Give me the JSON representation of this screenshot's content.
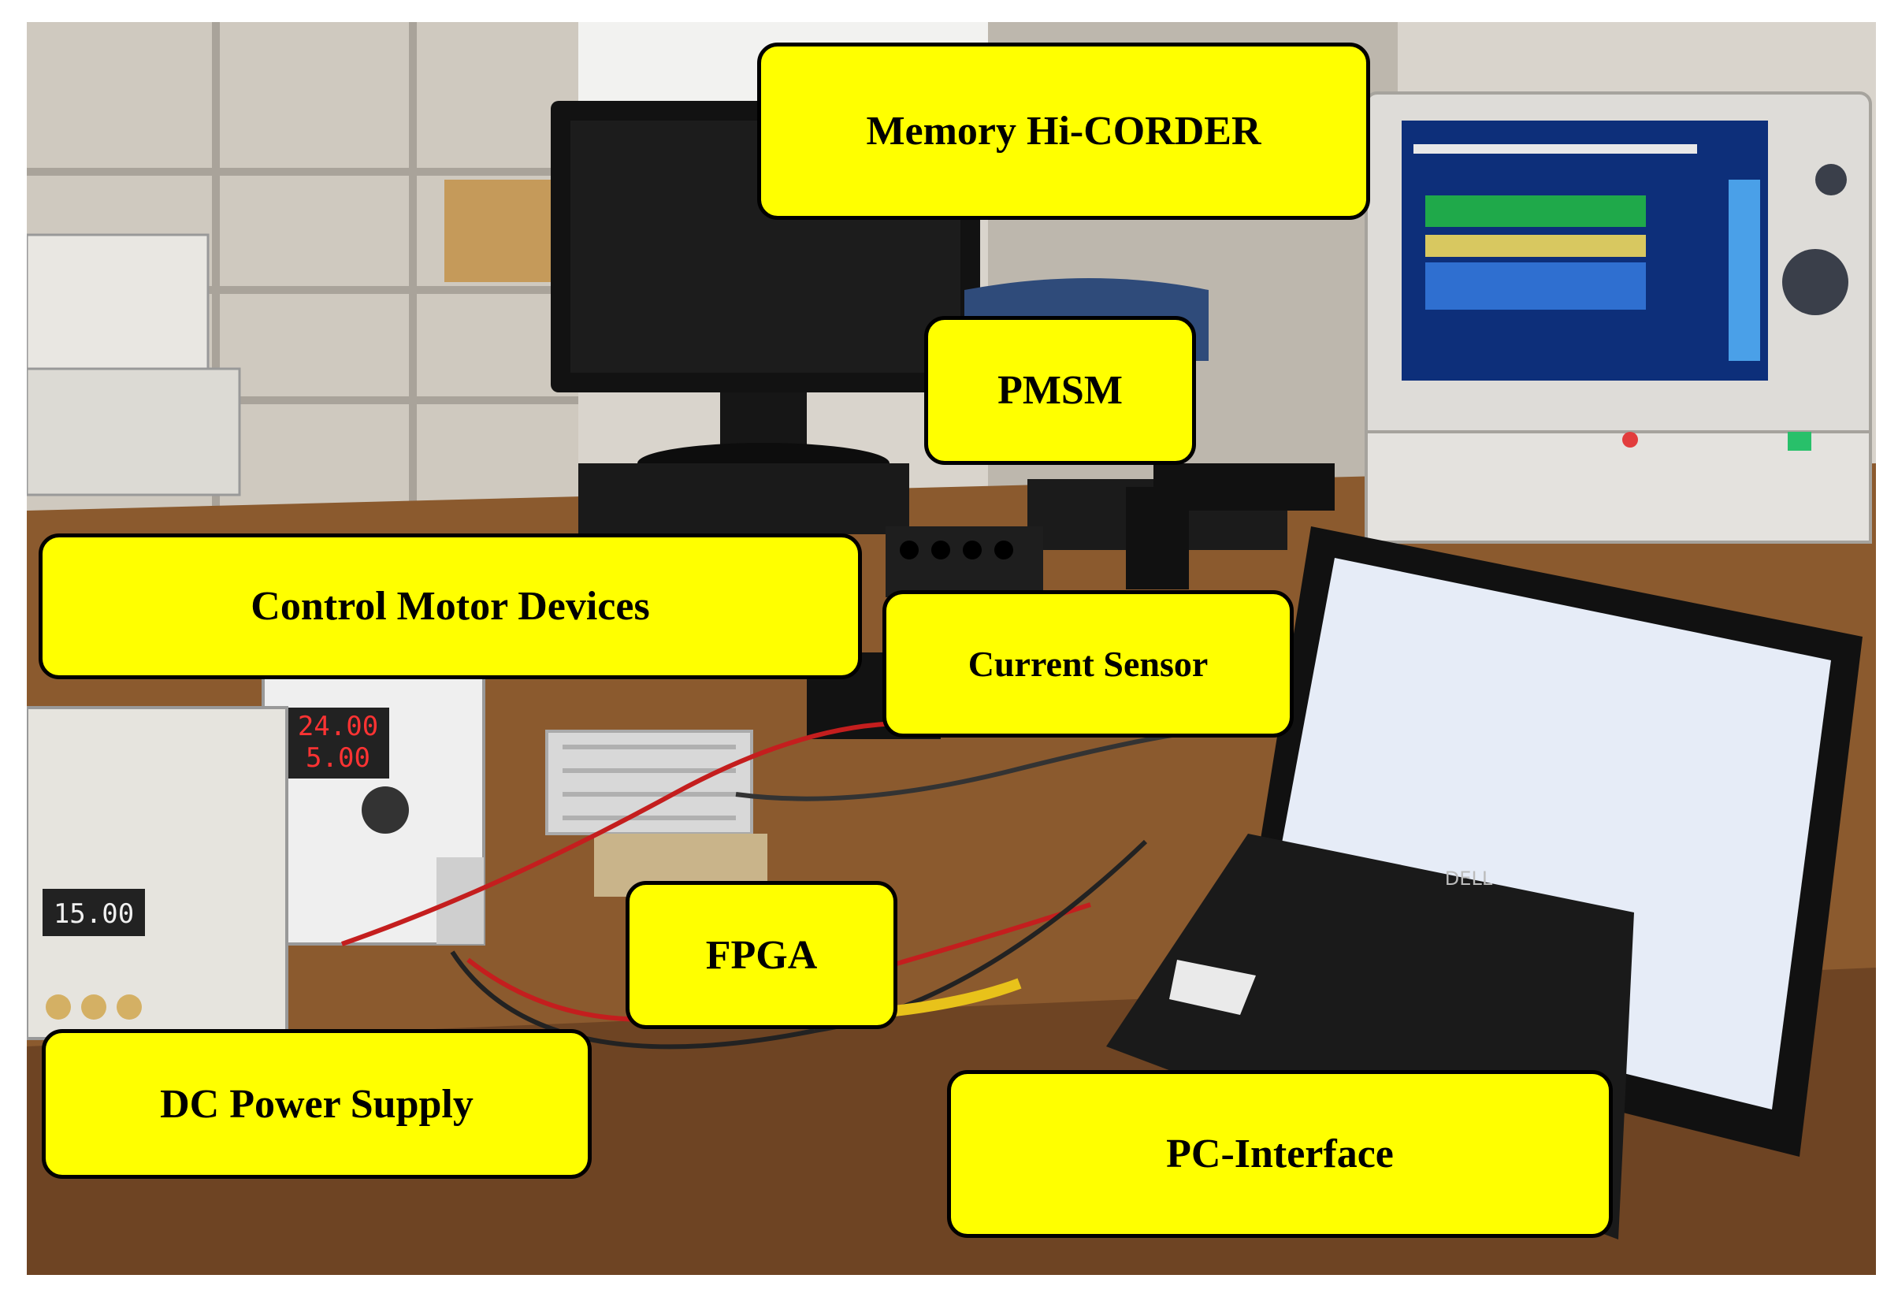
{
  "figure": {
    "labels": {
      "memory_hicorder": "Memory Hi-CORDER",
      "pmsm": "PMSM",
      "control_motor_devices": "Control Motor Devices",
      "current_sensor": "Current Sensor",
      "fpga": "FPGA",
      "dc_power_supply": "DC Power Supply",
      "pc_interface": "PC-Interface"
    },
    "device_readouts": {
      "control_supply_voltage": "24.00",
      "control_supply_current": "5.00",
      "dc_supply_display": "15.00",
      "laptop_brand": "DELL"
    }
  }
}
